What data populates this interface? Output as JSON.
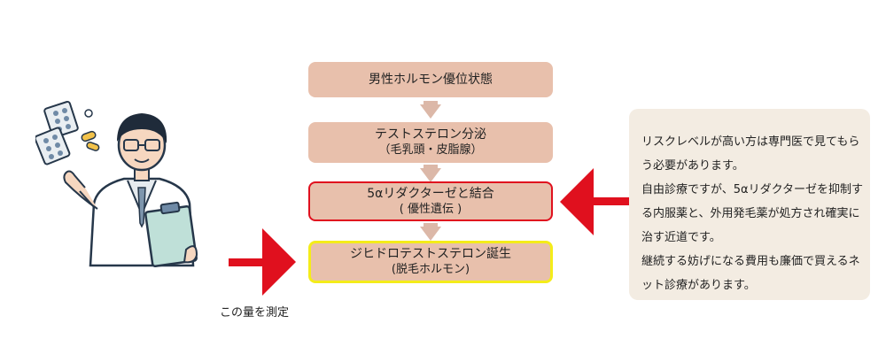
{
  "flow": {
    "step1": {
      "label": "男性ホルモン優位状態"
    },
    "step2": {
      "line1": "テストステロン分泌",
      "line2": "（毛乳頭・皮脂腺）"
    },
    "step3": {
      "line1": "5αリダクターゼと結合",
      "line2": "( 優性遺伝 )"
    },
    "step4": {
      "line1": "ジヒドロテストステロン誕生",
      "line2": "(脱毛ホルモン)"
    }
  },
  "measure_label": "この量を測定",
  "note": {
    "paragraph1": "リスクレベルが高い方は専門医で見てもらう必要があります。",
    "paragraph2": "自由診療ですが、5αリダクターゼを抑制する内服薬と、外用発毛薬が処方され確実に治す近道です。",
    "paragraph3": "継続する妨げになる費用も廉価で買えるネット診療があります。"
  },
  "icons": {
    "doctor": "doctor-illustration-icon",
    "pills": "medicine-pills-icon",
    "arrow_to_step4": "red-arrow-right-icon",
    "arrow_to_step3": "red-arrow-left-icon"
  },
  "colors": {
    "box_fill": "#e8c0ac",
    "connector": "#dcb8a8",
    "highlight_red": "#e0101e",
    "highlight_yellow": "#f4ec1a",
    "note_bg": "#f3ece2"
  }
}
